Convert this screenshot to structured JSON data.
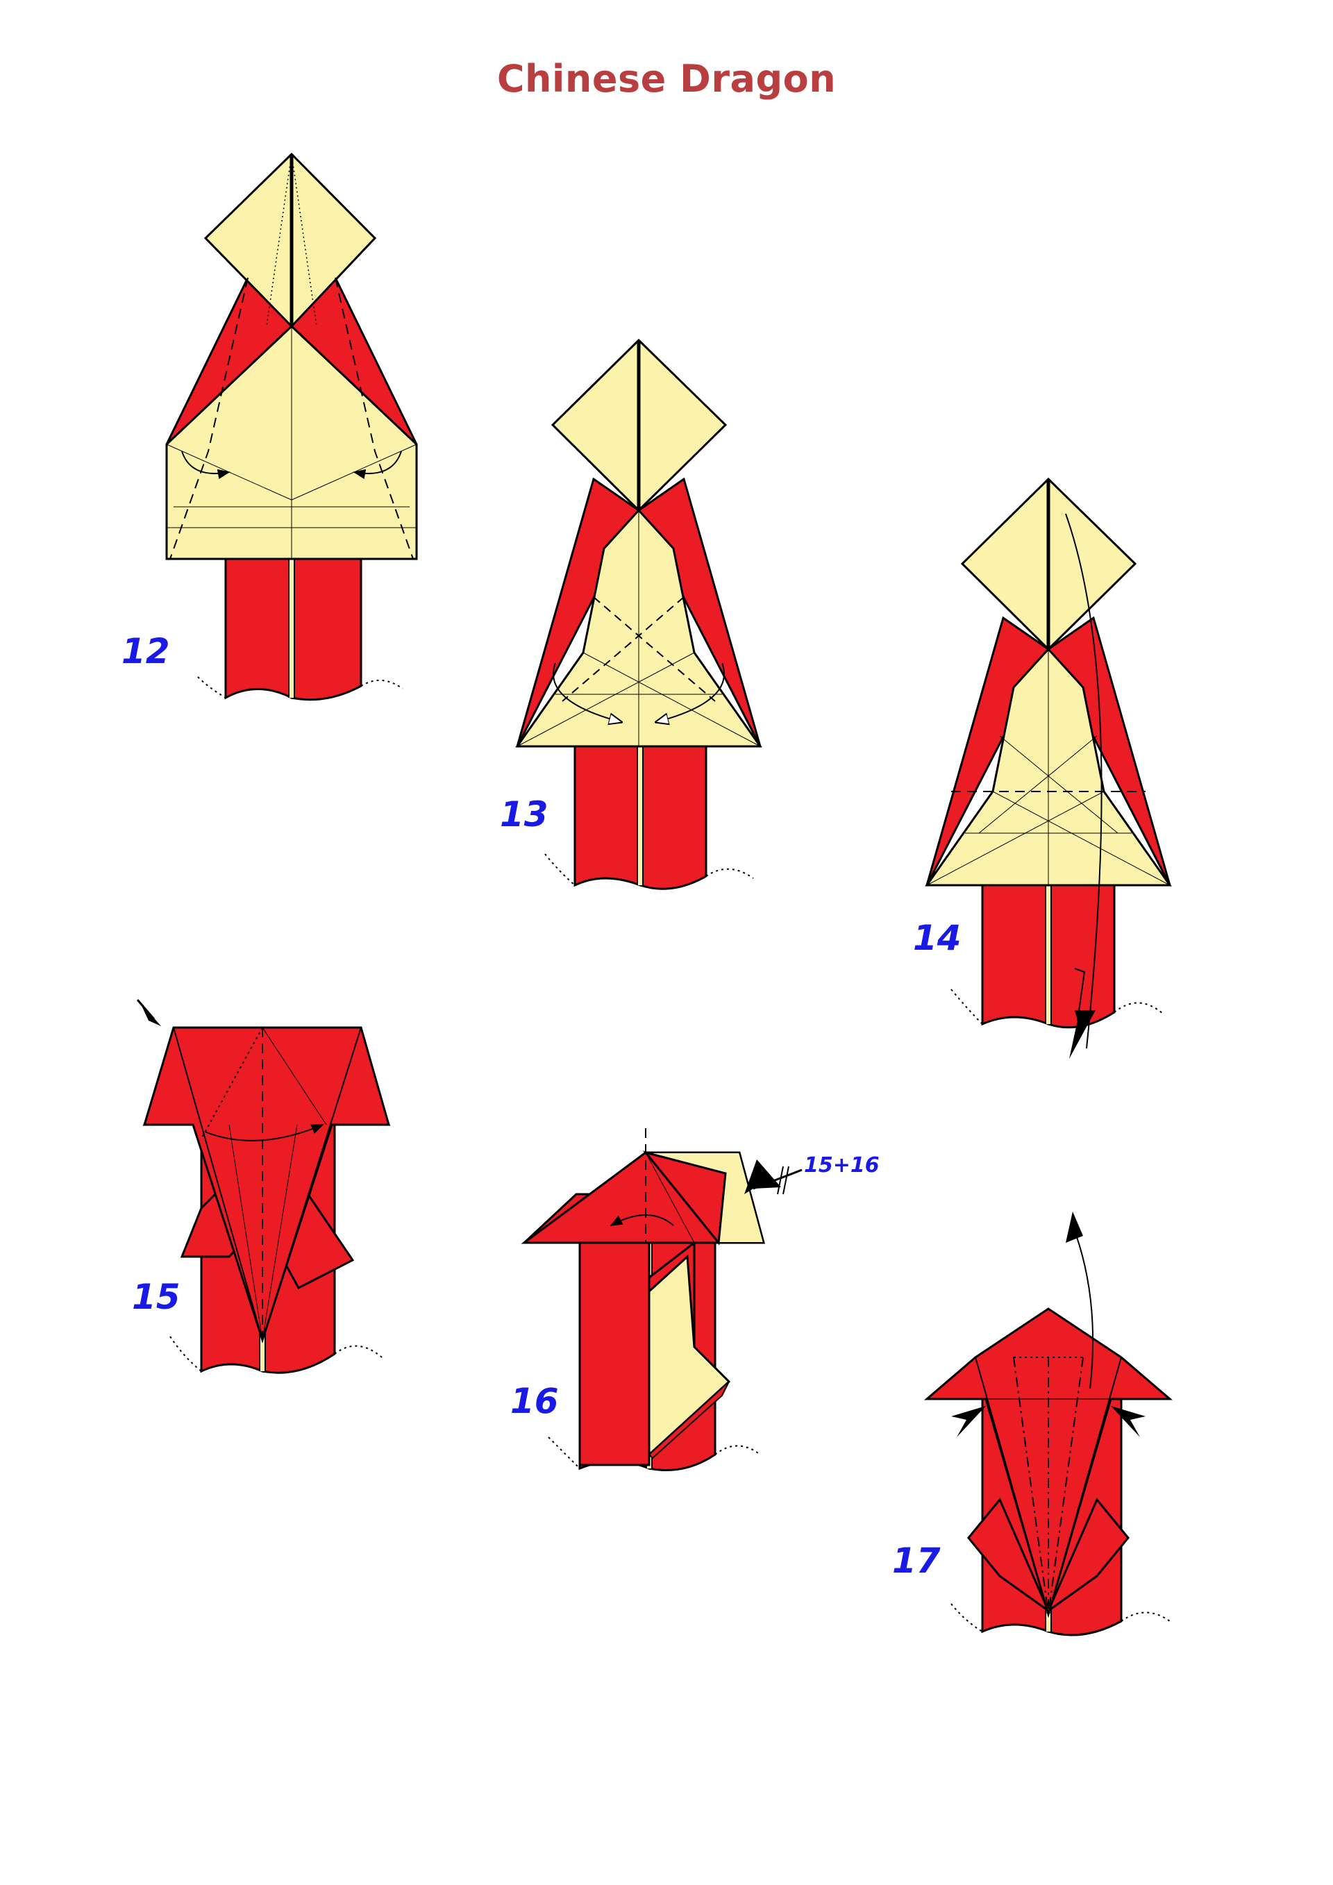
{
  "title": "Chinese Dragon",
  "colors": {
    "title": "#b83e40",
    "paper_front": "#ec1c24",
    "paper_back": "#fbf3ab",
    "line": "#000000",
    "step_number": "#1a1ae6",
    "background": "#ffffff"
  },
  "steps": [
    {
      "number": "12"
    },
    {
      "number": "13"
    },
    {
      "number": "14"
    },
    {
      "number": "15"
    },
    {
      "number": "16",
      "note": "15+16"
    },
    {
      "number": "17"
    }
  ]
}
